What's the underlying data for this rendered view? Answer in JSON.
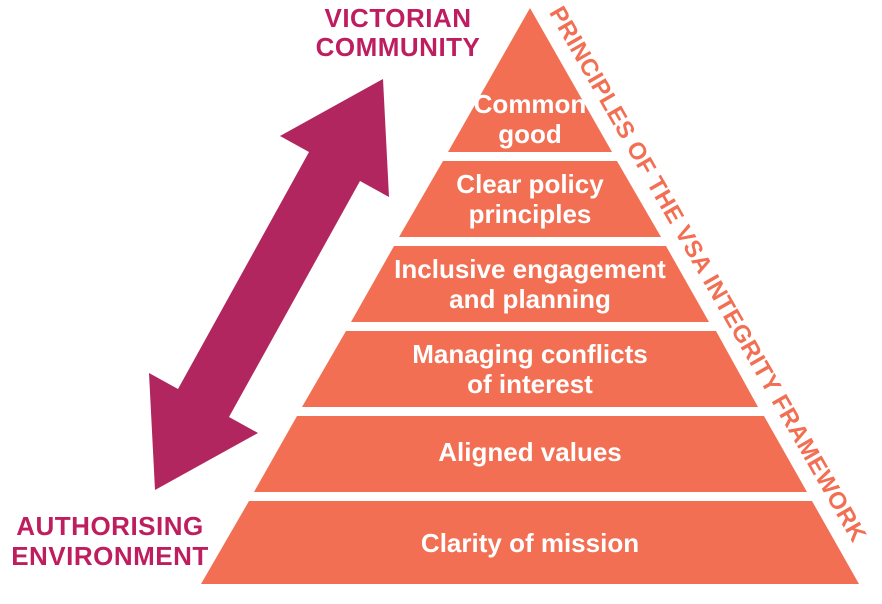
{
  "labels": {
    "victorian_community": "VICTORIAN\nCOMMUNITY",
    "authorising_environment": "AUTHORISING\nENVIRONMENT"
  },
  "pyramid": {
    "side_label": "PRINCIPLES OF THE VSA INTEGRITY FRAMEWORK",
    "levels": [
      {
        "label": "Common\ngood"
      },
      {
        "label": "Clear policy\nprinciples"
      },
      {
        "label": "Inclusive engagement\nand planning"
      },
      {
        "label": "Managing conflicts\nof interest"
      },
      {
        "label": "Aligned values"
      },
      {
        "label": "Clarity of mission"
      }
    ]
  },
  "colors": {
    "pyramid-orange": "#F26F53",
    "arrow-magenta": "#B1265E",
    "title-magenta": "#BE1E5F",
    "level-text": "#FFFFFF",
    "background": "#FFFFFF"
  }
}
